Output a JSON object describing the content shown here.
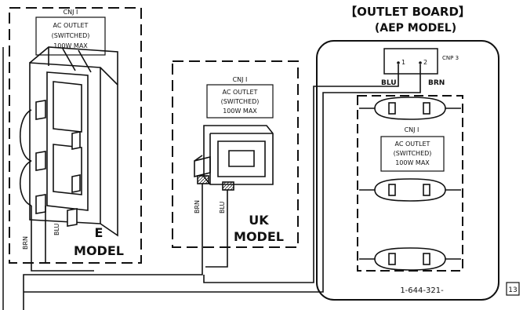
{
  "e_model": {
    "connector": "CNJ I",
    "outlet_lines": [
      "AC OUTLET",
      "(SWITCHED)",
      "100W MAX"
    ],
    "wire_brn": "BRN",
    "wire_blu": "BLU",
    "model_line1": "E",
    "model_line2": "MODEL"
  },
  "uk_model": {
    "connector": "CNJ I",
    "outlet_lines": [
      "AC OUTLET",
      "(SWITCHED)",
      "100W MAX"
    ],
    "wire_brn": "BRN",
    "wire_blu": "BLU",
    "model_line1": "UK",
    "model_line2": "MODEL"
  },
  "outlet_board": {
    "title": "【OUTLET BOARD】",
    "subtitle": "(AEP MODEL)",
    "cnp_label": "CNP 3",
    "pin1": "1",
    "pin2": "2",
    "wire_blu": "BLU",
    "wire_brn": "BRN",
    "connector": "CNJ I",
    "outlet_lines": [
      "AC OUTLET",
      "(SWITCHED)",
      "100W MAX"
    ],
    "board_number": "1-644-321-"
  },
  "page_ref": "13"
}
